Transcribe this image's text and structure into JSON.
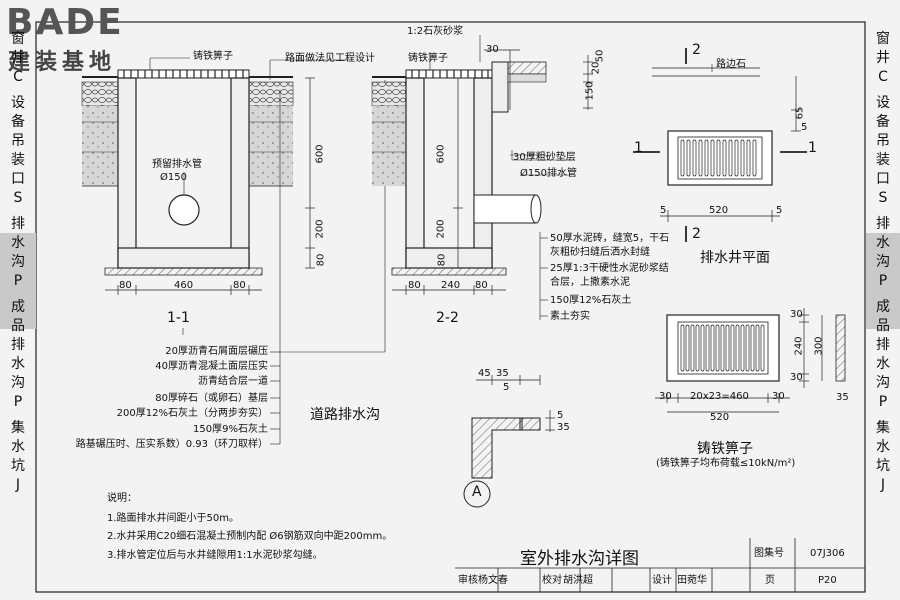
{
  "logo": {
    "brand": "BADE",
    "subtitle": "建装基地"
  },
  "sidebar_left": {
    "groups": [
      {
        "chars": [
          "窗",
          "井",
          "C"
        ],
        "highlight": false
      },
      {
        "chars": [
          "设",
          "备",
          "吊",
          "装",
          "口",
          "S"
        ],
        "highlight": false
      },
      {
        "chars": [
          "排",
          "水",
          "沟",
          "P"
        ],
        "highlight": true
      },
      {
        "chars": [
          "成",
          "品",
          "排",
          "水",
          "沟",
          "P"
        ],
        "highlight": false
      },
      {
        "chars": [
          "集",
          "水",
          "坑",
          "J"
        ],
        "highlight": false
      }
    ]
  },
  "section_1": {
    "title": "1-1",
    "grate_label": "铸铁箅子",
    "road_label": "路面做法见工程设计",
    "pipe_label": "预留排水管",
    "pipe_dia": "Ø150",
    "dims_h": [
      "600",
      "200",
      "80"
    ],
    "dims_w": [
      "80",
      "460",
      "80"
    ]
  },
  "section_2": {
    "title": "2-2",
    "top_label": "1:2石灰砂浆",
    "grate_label": "铸铁箅子",
    "dims_h": [
      "600",
      "200",
      "80"
    ],
    "dims_w": [
      "80",
      "240",
      "80"
    ],
    "dims_top": [
      "30",
      "50",
      "150",
      "20"
    ],
    "cushion": "30厚粗砂垫层",
    "drain_pipe": "Ø150排水管",
    "layers": [
      "50厚水泥砖，缝宽5，干石",
      "灰粗砂扫缝后洒水封缝",
      "25厚1:3干硬性水泥砂浆结",
      "合层，上撒素水泥",
      "150厚12%石灰土",
      "素土夯实"
    ]
  },
  "road_layers": [
    "20厚沥青石屑面层碾压",
    "40厚沥青混凝土面层压实",
    "沥青结合层一道",
    "80厚碎石（或卵石）基层",
    "200厚12%石灰土（分两步夯实）",
    "150厚9%石灰土",
    "路基碾压时、压实系数）0.93（环刀取样）"
  ],
  "road_drain_title": "道路排水沟",
  "plan": {
    "title": "排水井平面",
    "curb_label": "路边石",
    "marks": [
      "1",
      "1",
      "2",
      "2"
    ],
    "dims_w": [
      "5",
      "520",
      "5"
    ],
    "dims_h": [
      "5",
      "65"
    ]
  },
  "grate": {
    "title": "铸铁箅子",
    "note": "(铸铁箅子均布荷载≤10kN/m²)",
    "dims_w": [
      "30",
      "20x23=460",
      "30"
    ],
    "total_w": "520",
    "dims_h": [
      "30",
      "240",
      "30"
    ],
    "total_h": "300",
    "side": "35"
  },
  "detail_a": {
    "mark": "A",
    "dims": [
      "45",
      "35",
      "5",
      "5",
      "35"
    ]
  },
  "notes": {
    "heading": "说明：",
    "items": [
      "1.路面排水井间距小于50m。",
      "2.水井采用C20细石混凝土预制内配 Ø6钢筋双向中距200mm。",
      "3.排水管定位后与水井缝隙用1:1水泥砂浆勾缝。"
    ]
  },
  "title_block": {
    "title": "室外排水沟详图",
    "atlas_label": "图集号",
    "atlas_no": "07J306",
    "page_label": "页",
    "page_no": "P20",
    "review_label": "审核",
    "reviewer": "杨文春",
    "check_label": "校对",
    "checker": "胡洪超",
    "design_label": "设计",
    "designer": "田菀华"
  },
  "sidebar_right": {
    "groups": [
      {
        "chars": [
          "窗",
          "井",
          "C"
        ],
        "highlight": false
      },
      {
        "chars": [
          "设",
          "备",
          "吊",
          "装",
          "口",
          "S"
        ],
        "highlight": false
      },
      {
        "chars": [
          "排",
          "水",
          "沟",
          "P"
        ],
        "highlight": true
      },
      {
        "chars": [
          "成",
          "品",
          "排",
          "水",
          "沟",
          "P"
        ],
        "highlight": false
      },
      {
        "chars": [
          "集",
          "水",
          "坑",
          "J"
        ],
        "highlight": false
      }
    ]
  }
}
